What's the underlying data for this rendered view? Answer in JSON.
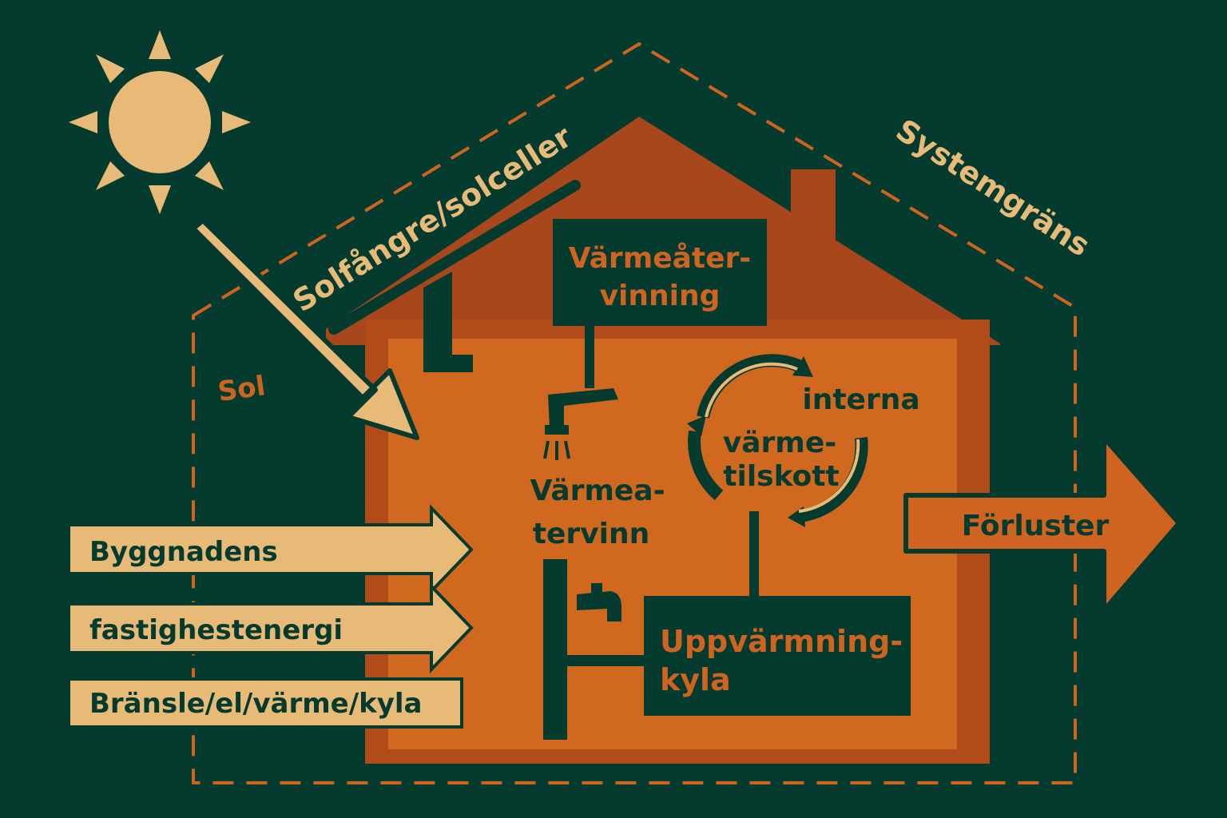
{
  "labels": {
    "system_boundary": "Systemgräns",
    "solar_collector": "Solfångre/solceller",
    "sun": "Sol",
    "heat_recovery_top_line1": "Värmeåter-",
    "heat_recovery_top_line2": "vinning",
    "heat_recovery_mid_line1": "Värmea-",
    "heat_recovery_mid_line2": "tervinn",
    "internal_gains_line1": "interna",
    "internal_gains_line2": "värme-",
    "internal_gains_line3": "tilskott",
    "heating_cooling_line1": "Uppvärmning-",
    "heating_cooling_line2": "kyla",
    "losses": "Förluster",
    "input_arrow_1": "Byggnadens",
    "input_arrow_2": "fastighestenergi",
    "input_arrow_3": "Bränsle/el/värme/kyla"
  },
  "icons": [
    "sun-icon",
    "faucet-icon",
    "tap-icon",
    "circular-flow-icon"
  ],
  "colors": {
    "background": "#053b2f",
    "roof": "#a8471b",
    "house_wall": "#b24b1a",
    "house_interior": "#d0681f",
    "sand": "#e8ba78",
    "accent_orange": "#cf6420",
    "dark_green": "#053b2f"
  }
}
